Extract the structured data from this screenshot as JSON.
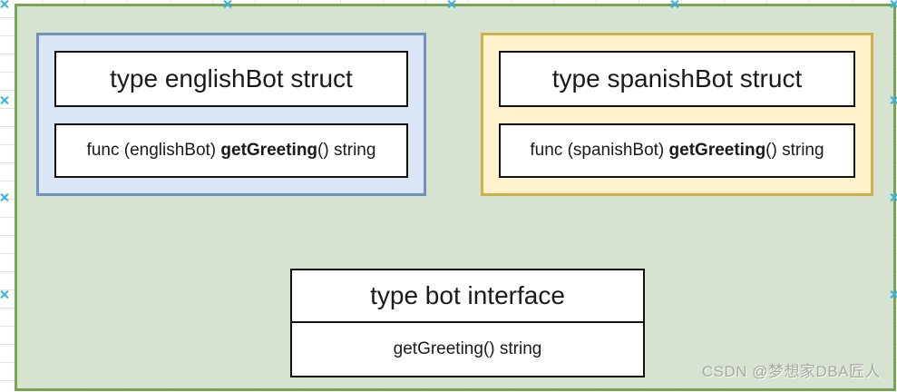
{
  "structs": [
    {
      "id": "englishBot",
      "title": "type englishBot struct",
      "method_prefix": "func (englishBot) ",
      "method_name": "getGreeting",
      "method_suffix": "() string",
      "fill": "#dae5f6",
      "border": "#7191c1"
    },
    {
      "id": "spanishBot",
      "title": "type spanishBot struct",
      "method_prefix": "func (spanishBot) ",
      "method_name": "getGreeting",
      "method_suffix": "() string",
      "fill": "#fff2cc",
      "border": "#d2ae4b"
    }
  ],
  "interface": {
    "title": "type bot interface",
    "method": "getGreeting() string"
  },
  "watermark": {
    "text": "CSDN @梦想家DBA匠人"
  },
  "colors": {
    "canvas_fill": "#d6e3d0",
    "canvas_border": "#7ba356",
    "box_border_black": "#111111",
    "selection_handle": "#35b1e4",
    "watermark_gray": "#a5a89f",
    "grid_line": "#e3e3e3"
  }
}
